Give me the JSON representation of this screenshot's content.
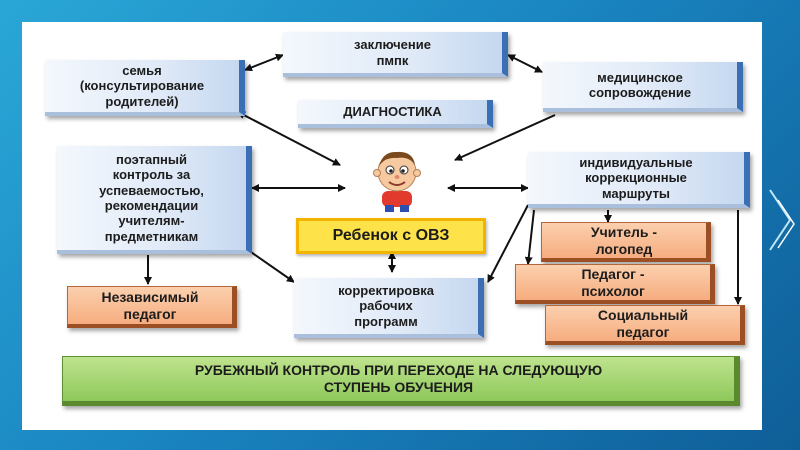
{
  "diagram": {
    "nodes": {
      "conclusion": "заключение\nпмпк",
      "family": "семья\n(консультирование\nродителей)",
      "medical": "медицинское\nсопровождение",
      "diagnostics": "ДИАГНОСТИКА",
      "control": "поэтапный\nконтроль за\nуспеваемостью,\nрекомендации\nучителям-\nпредметникам",
      "routes": "индивидуальные\nкоррекционные\nмаршруты",
      "child": "Ребенок  с ОВЗ",
      "speech": "Учитель -\nлогопед",
      "psych": "Педагог -\nпсихолог",
      "social": "Социальный\nпедагог",
      "independent": "Независимый\nпедагог",
      "correction": "корректировка\nрабочих\nпрограмм",
      "milestone": "РУБЕЖНЫЙ КОНТРОЛЬ  ПРИ ПЕРЕХОДЕ НА СЛЕДУЮЩУЮ\nСТУПЕНЬ ОБУЧЕНИЯ"
    }
  },
  "colors": {
    "background": "#1a86c2",
    "blue_box": "#dfe9f7",
    "orange_box": "#f6ad7f",
    "yellow_box": "#fde24a",
    "green_box": "#8ec85a"
  }
}
